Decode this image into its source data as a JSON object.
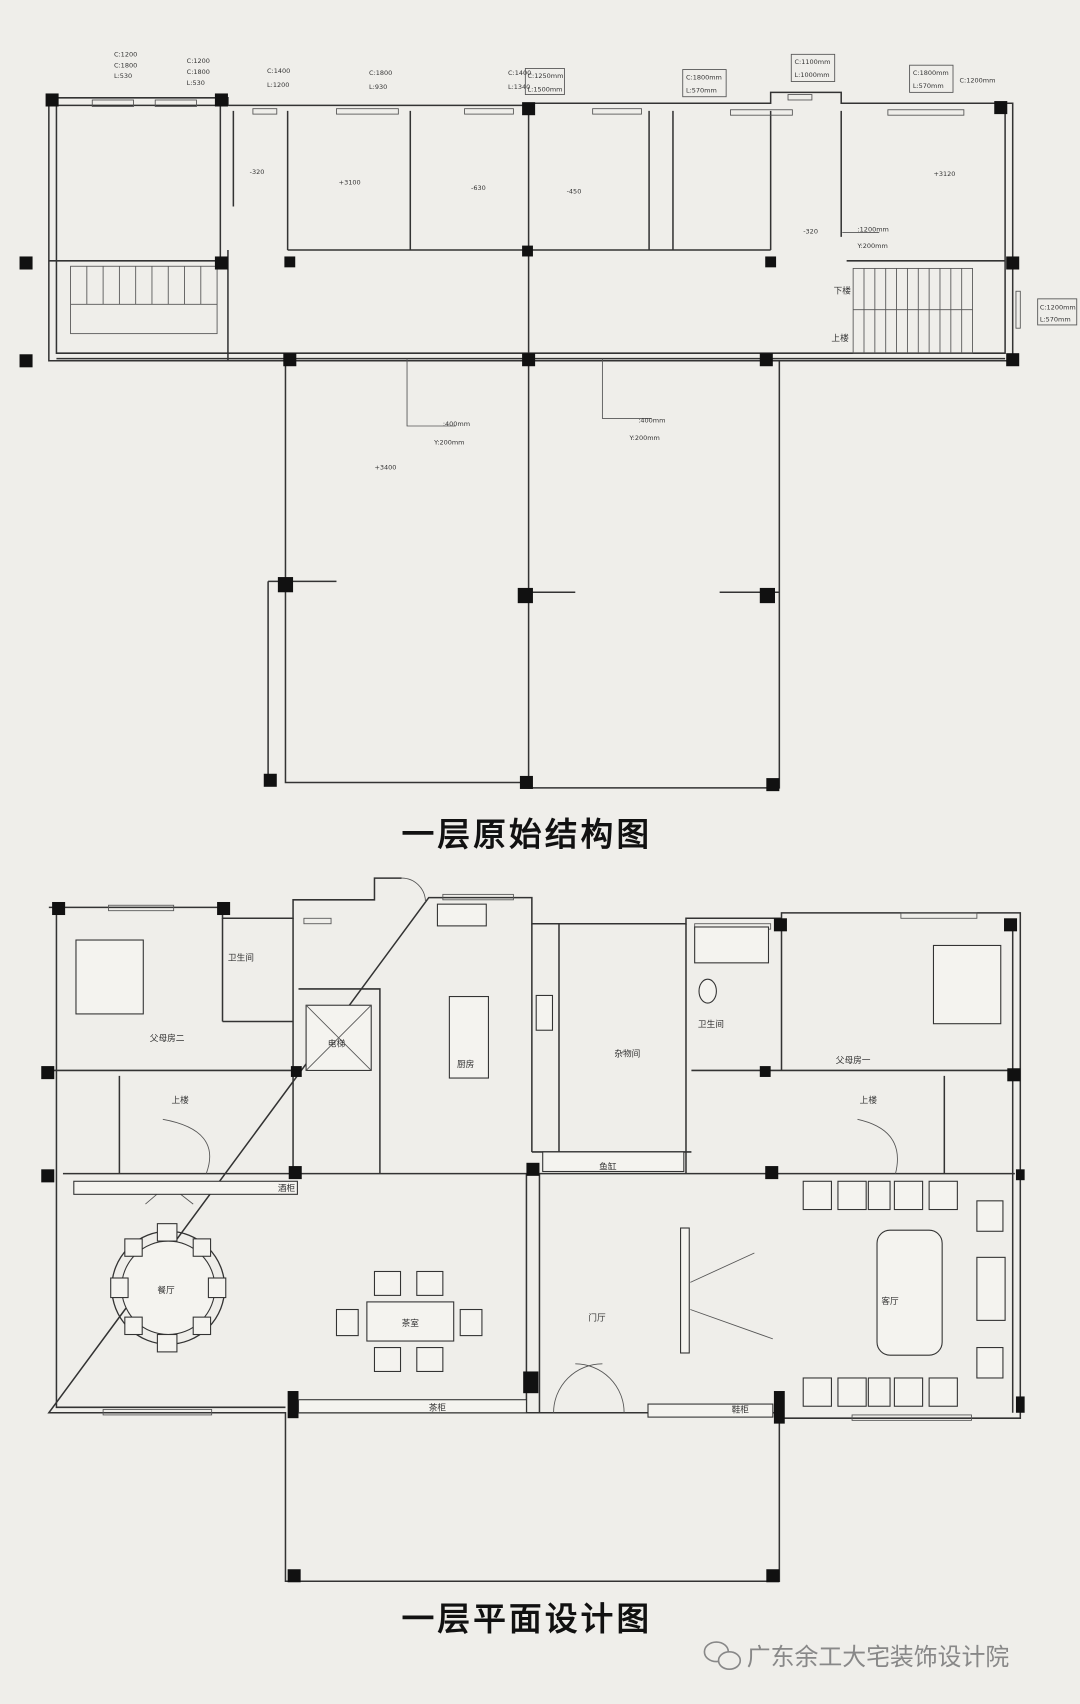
{
  "titles": {
    "original_structure": "一层原始结构图",
    "floor_design": "一层平面设计图"
  },
  "watermark": {
    "icon": "wechat-icon",
    "text": "广东余工大宅装饰设计院"
  },
  "top_plan": {
    "window_notes": [
      [
        "C:1200",
        "C:1800",
        "L:530"
      ],
      [
        "C:1200",
        "C:1800",
        "L:530"
      ],
      [
        "C:1400",
        "L:1200"
      ],
      [
        "C:1800",
        "L:930"
      ],
      [
        "C:1400",
        "L:1340"
      ],
      [
        "C:1250mm",
        "L:1500mm"
      ],
      [
        "C:1800mm",
        "L:570mm"
      ],
      [
        "C:1100mm",
        "L:1000mm"
      ],
      [
        "C:1800mm",
        "L:570mm"
      ],
      [
        "C:1200mm"
      ],
      [
        "C:1200mm",
        "L:570mm"
      ]
    ],
    "elevations": [
      "-320",
      "+3100",
      "-630",
      "-450",
      "+3120",
      "-320",
      "+3400"
    ],
    "beams": [
      [
        ":1200mm",
        "Y:200mm"
      ],
      [
        ":400mm",
        "Y:200mm"
      ],
      [
        ":400mm",
        "Y:200mm"
      ]
    ],
    "stairs": {
      "down": "下楼",
      "up": "上楼"
    }
  },
  "design_plan": {
    "rooms": {
      "bathroom_left": "卫生间",
      "parents_room_2": "父母房二",
      "elevator": "电梯",
      "kitchen": "厨房",
      "storage": "杂物间",
      "bathroom_right": "卫生间",
      "parents_room_1": "父母房一",
      "stairs_left": "上楼",
      "stairs_right": "上楼",
      "fish_tank": "鱼缸",
      "wine_cabinet": "酒柜",
      "dining": "餐厅",
      "tea_room": "茶室",
      "foyer": "门厅",
      "living": "客厅",
      "tea_cabinet": "茶柜",
      "shoe_cabinet": "鞋柜"
    }
  }
}
